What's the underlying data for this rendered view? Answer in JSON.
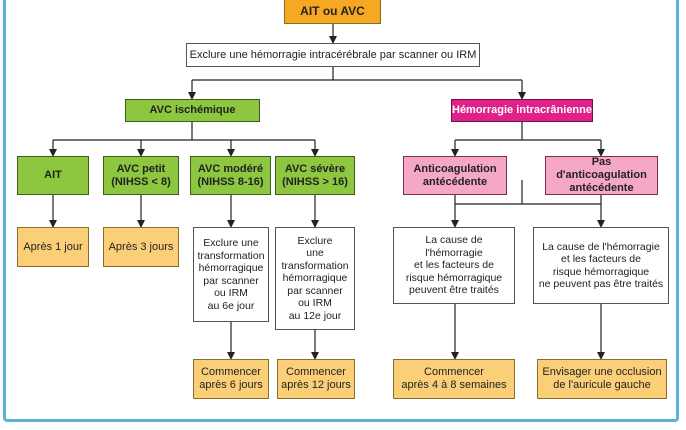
{
  "nodes": {
    "root": "AIT ou AVC",
    "exclude_hemorrhage": "Exclure une hémorragie intracérébrale par scanner ou IRM",
    "avc_ischemique": "AVC ischémique",
    "hemorragie": "Hémorragie intracrânienne",
    "ait": "AIT",
    "avc_petit": "AVC petit\n(NIHSS < 8)",
    "avc_modere": "AVC modéré\n(NIHSS 8-16)",
    "avc_severe": "AVC sévère\n(NIHSS > 16)",
    "anticoag": "Anticoagulation\nantécédente",
    "pas_anticoag": "Pas d'anticoagulation\nantécédente",
    "apres_1": "Après 1 jour",
    "apres_3": "Après 3 jours",
    "exclure_6": "Exclure une\ntransformation\nhémorragique\npar scanner\nou IRM\nau 6e jour",
    "exclure_12": "Exclure\nune\ntransformation\nhémorragique\npar scanner\nou IRM\nau 12e jour",
    "cause_traites": "La cause de\nl'hémorragie\net les facteurs de\nrisque hémorragique\npeuvent être traités",
    "cause_non": "La cause de l'hémorragie\net les facteurs de\nrisque hémorragique\nne peuvent pas être traités",
    "commencer_6": "Commencer\naprès 6 jours",
    "commencer_12": "Commencer\naprès 12 jours",
    "commencer_4_8": "Commencer\naprès 4 à 8 semaines",
    "occlusion": "Envisager une occlusion\nde l'auricule gauche"
  },
  "colors": {
    "orange": "#f7a823",
    "green": "#8dc63f",
    "magenta": "#e0218a",
    "pink": "#f4a7c6",
    "peach": "#fbcf77",
    "frame": "#5bb4d8"
  }
}
